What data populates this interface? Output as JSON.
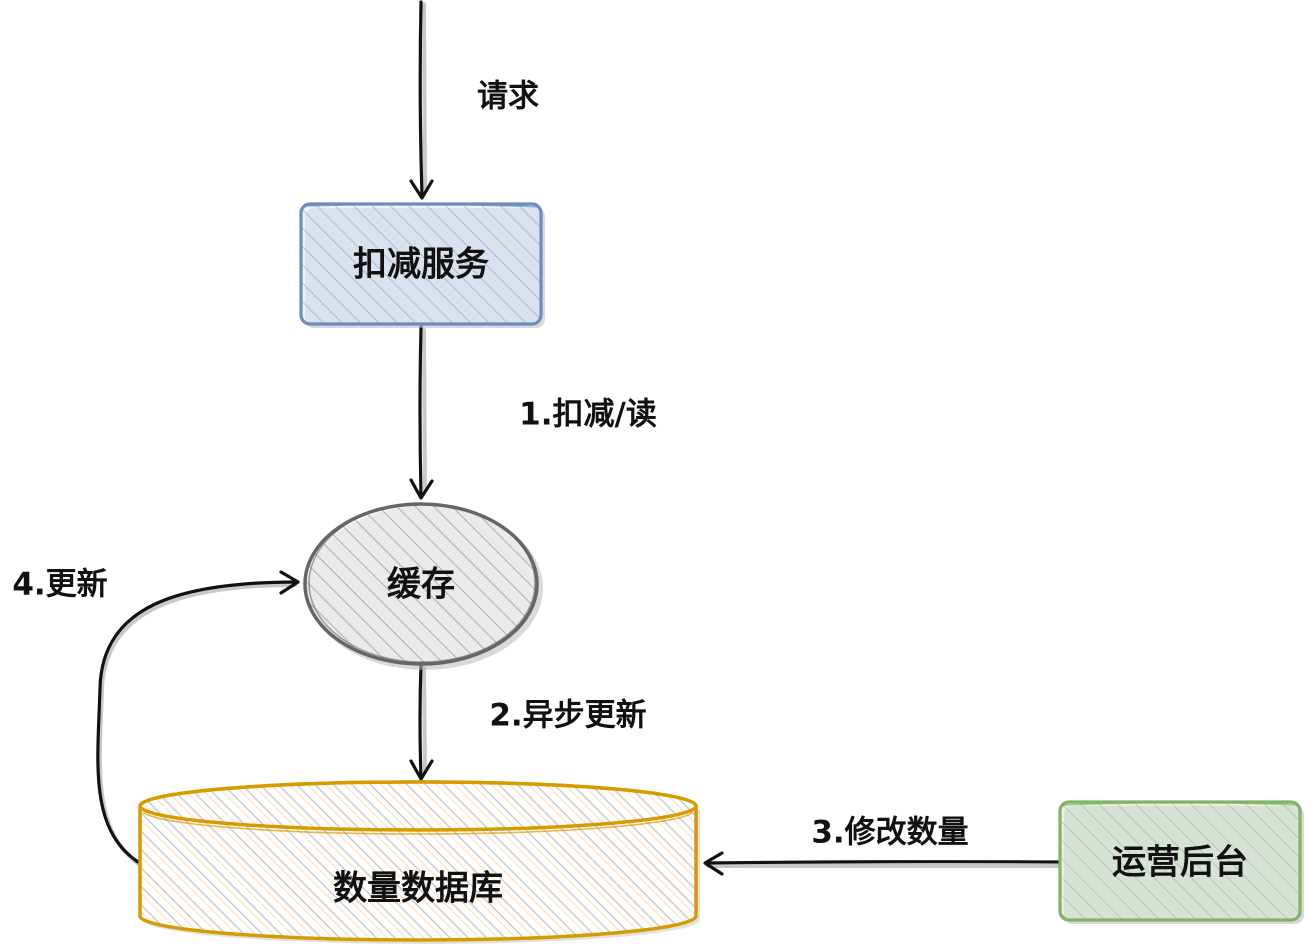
{
  "nodes": {
    "deduct_service": {
      "label": "扣减服务",
      "stroke": "#6c8ebf",
      "fill": "#dae8fc"
    },
    "cache": {
      "label": "缓存",
      "stroke": "#666666",
      "fill": "#f5f5f5"
    },
    "quantity_db": {
      "label": "数量数据库",
      "stroke": "#d79b00",
      "fill": "#ffe6cc"
    },
    "ops_backend": {
      "label": "运营后台",
      "stroke": "#82b366",
      "fill": "#d5e8d4"
    }
  },
  "edges": {
    "request": {
      "label": "请求"
    },
    "deduct_read": {
      "label": "1.扣减/读"
    },
    "async_update": {
      "label": "2.异步更新"
    },
    "modify_quantity": {
      "label": "3.修改数量"
    },
    "update": {
      "label": "4.更新"
    }
  }
}
